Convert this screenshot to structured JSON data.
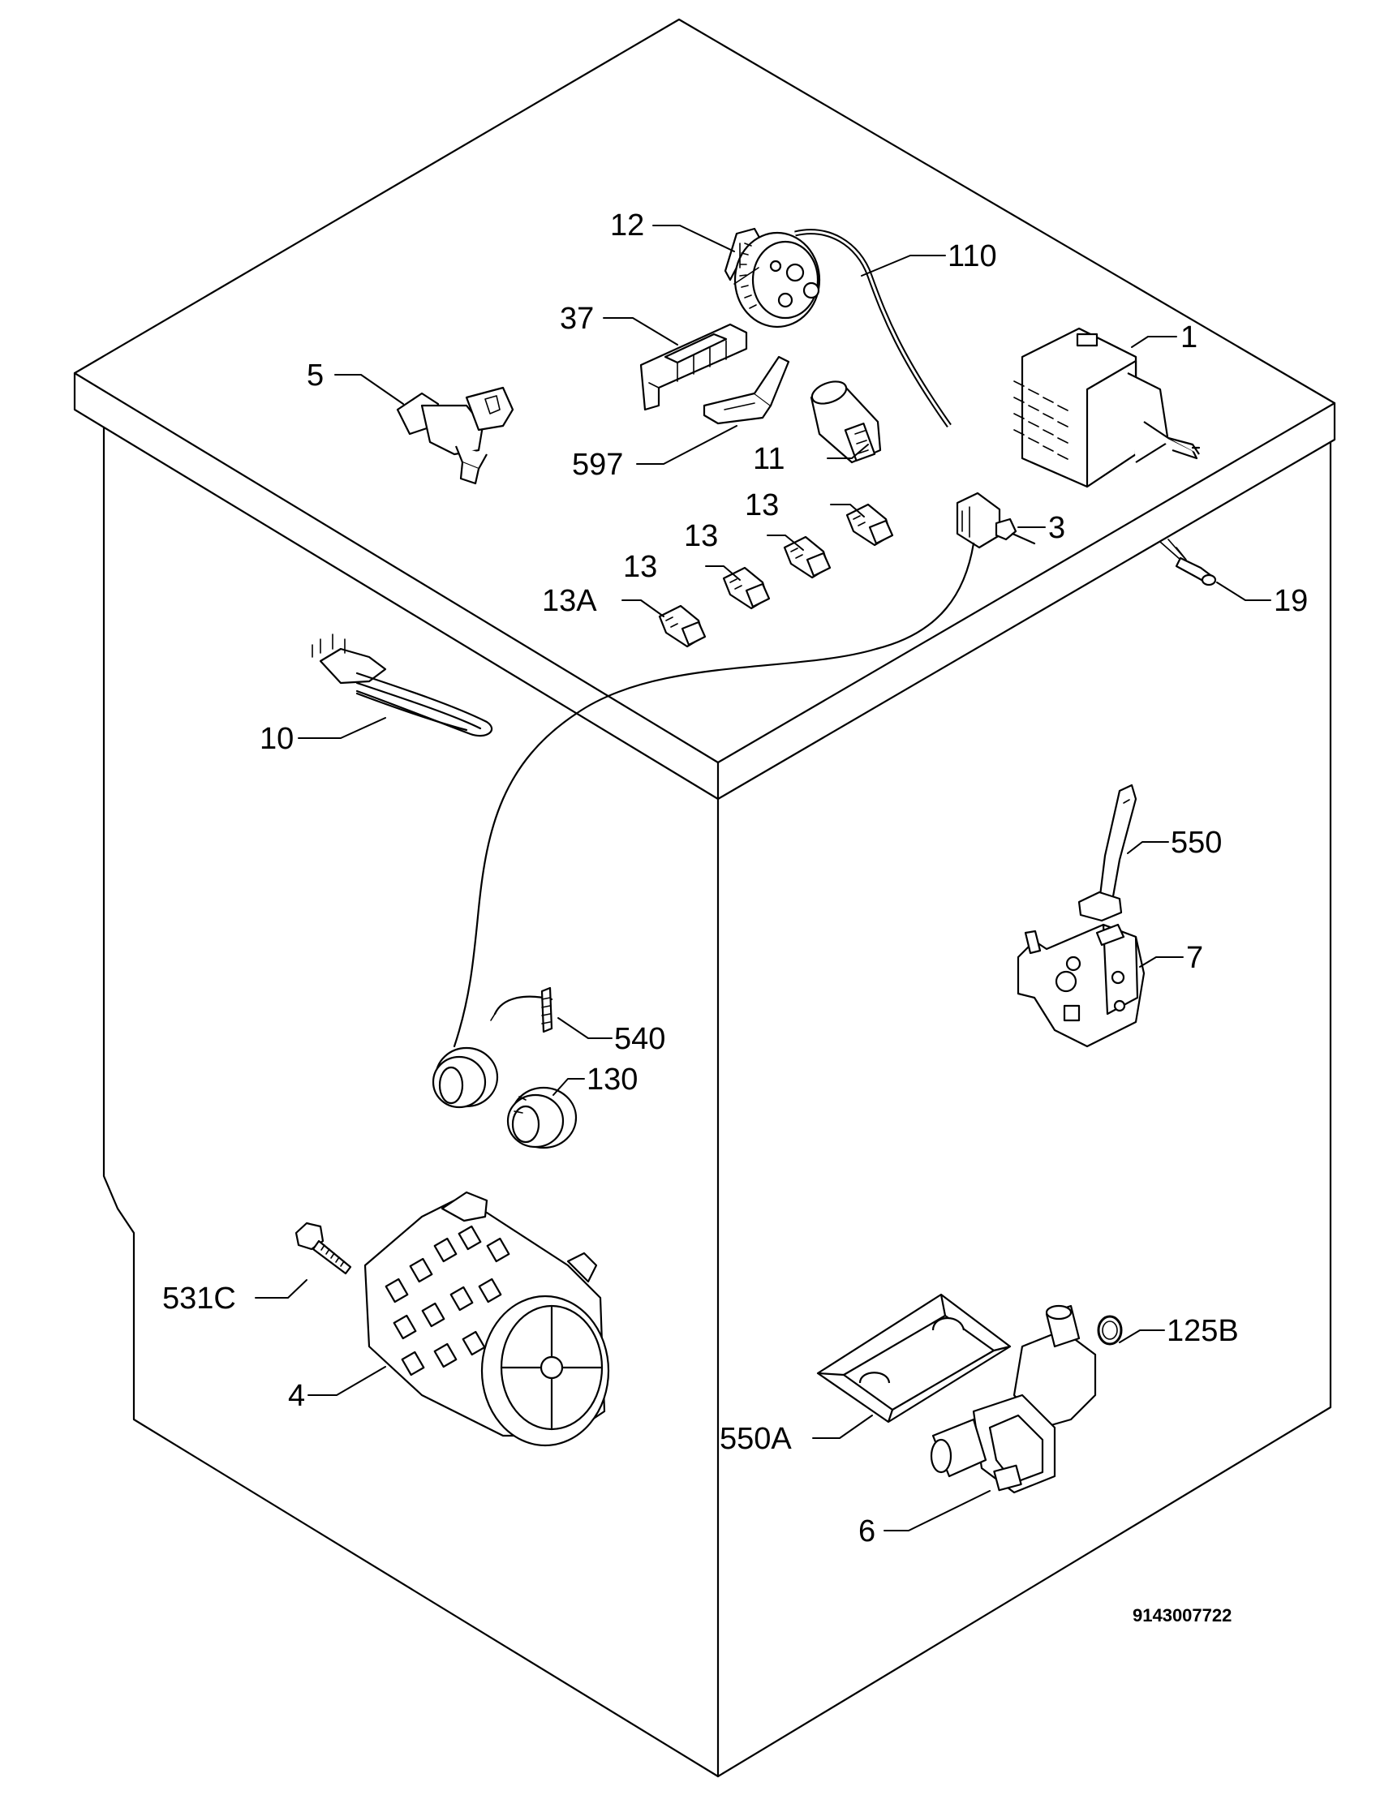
{
  "labels": {
    "p1": "1",
    "p3": "3",
    "p4": "4",
    "p5": "5",
    "p6": "6",
    "p7": "7",
    "p10": "10",
    "p11": "11",
    "p12": "12",
    "p13a": "13",
    "p13b": "13",
    "p13c": "13",
    "p13A": "13A",
    "p19": "19",
    "p37": "37",
    "p110": "110",
    "p125B": "125B",
    "p130": "130",
    "p531C": "531C",
    "p540": "540",
    "p550": "550",
    "p550A": "550A",
    "p597": "597"
  },
  "drawing_code": "9143007722"
}
